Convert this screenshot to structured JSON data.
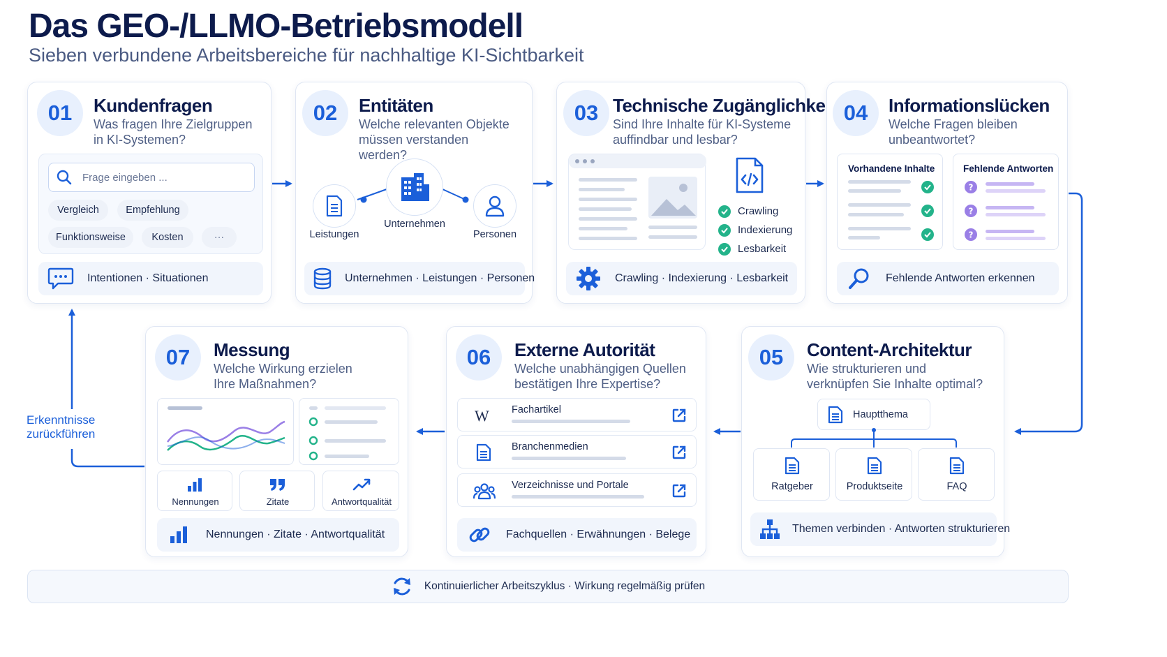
{
  "title": "Das GEO-/LLMO-Betriebsmodell",
  "subtitle": "Sieben verbundene Arbeitsbereiche für nachhaltige KI-Sichtbarkeit",
  "colors": {
    "accent": "#1b5fd9",
    "green": "#23b38a",
    "purple": "#9a7fe6",
    "title": "#0d1b4c"
  },
  "cards": {
    "c01": {
      "number": "01",
      "title": "Kundenfragen",
      "subtitle": "Was fragen Ihre Zielgruppen in KI-Systemen?",
      "search_placeholder": "Frage eingeben ...",
      "chips": [
        "Vergleich",
        "Empfehlung",
        "Funktionsweise",
        "Kosten",
        "···"
      ],
      "footer": "Intentionen · Situationen",
      "icons": {
        "search": "search-icon",
        "footer": "chat-bubble-icon"
      }
    },
    "c02": {
      "number": "02",
      "title": "Entitäten",
      "subtitle": "Welche relevanten Objekte müssen verstanden werden?",
      "nodes": [
        "Leistungen",
        "Unternehmen",
        "Personen"
      ],
      "footer": "Unternehmen · Leistungen · Personen",
      "icons": {
        "left": "document-icon",
        "center": "building-icon",
        "right": "person-icon",
        "footer": "database-icon"
      }
    },
    "c03": {
      "number": "03",
      "title": "Technische Zugänglichkeit",
      "subtitle": "Sind Ihre Inhalte für KI-Systeme auffindbar und lesbar?",
      "checks": [
        "Crawling",
        "Indexierung",
        "Lesbarkeit"
      ],
      "footer": "Crawling · Indexierung · Lesbarkeit",
      "icons": {
        "code": "code-file-icon",
        "footer": "gear-icon"
      }
    },
    "c04": {
      "number": "04",
      "title": "Informationslücken",
      "subtitle": "Welche Fragen bleiben unbeantwortet?",
      "col_left": "Vorhandene Inhalte",
      "col_right": "Fehlende Antworten",
      "footer": "Fehlende Antworten erkennen",
      "icons": {
        "footer": "magnifier-icon"
      }
    },
    "c05": {
      "number": "05",
      "title": "Content-Architektur",
      "subtitle": "Wie strukturieren und verknüpfen Sie Inhalte optimal?",
      "root": "Hauptthema",
      "leaves": [
        "Ratgeber",
        "Produktseite",
        "FAQ"
      ],
      "footer": "Themen verbinden · Antworten strukturieren",
      "icons": {
        "footer": "hierarchy-icon"
      }
    },
    "c06": {
      "number": "06",
      "title": "Externe Autorität",
      "subtitle": "Welche unabhängigen Quellen bestätigen Ihre Expertise?",
      "sources": [
        "Fachartikel",
        "Branchenmedien",
        "Verzeichnisse und Portale"
      ],
      "footer": "Fachquellen · Erwähnungen · Belege",
      "icons": {
        "wiki": "wikipedia-w-icon",
        "media": "document-icon",
        "portals": "people-group-icon",
        "footer": "link-icon"
      }
    },
    "c07": {
      "number": "07",
      "title": "Messung",
      "subtitle": "Welche Wirkung erzielen Ihre Maßnahmen?",
      "metrics": [
        "Nennungen",
        "Zitate",
        "Antwortqualität"
      ],
      "footer": "Nennungen · Zitate · Antwortqualität",
      "icons": {
        "footer": "bar-chart-icon"
      }
    }
  },
  "feedback_label": "Erkenntnisse zurückführen",
  "bottom_text": "Kontinuierlicher Arbeitszyklus · Wirkung regelmäßig prüfen"
}
